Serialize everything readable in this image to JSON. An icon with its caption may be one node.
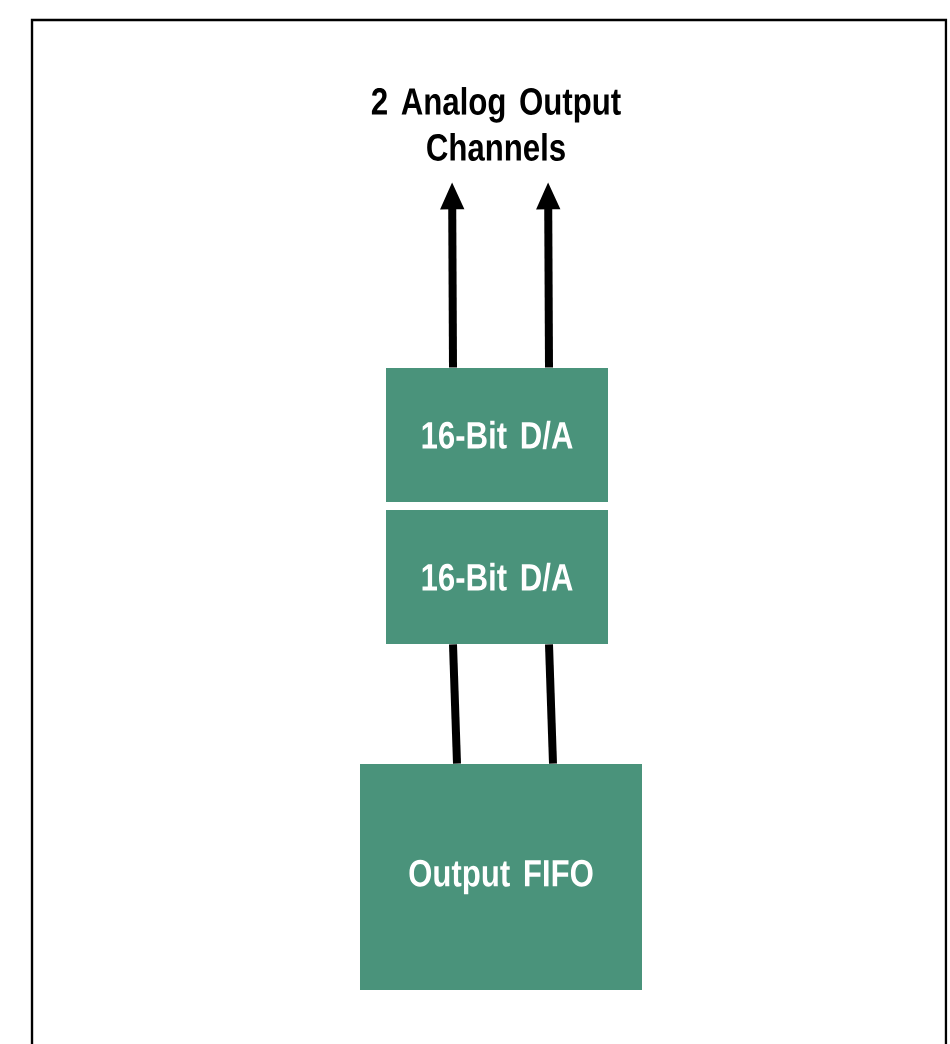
{
  "diagram": {
    "nodes": [
      {
        "text": [
          "2 Analog Output Channels"
        ]
      },
      {
        "text": [
          "16-Bit D/A"
        ]
      },
      {
        "text": [
          "16-Bit D/A"
        ]
      },
      {
        "text": [
          "Output FIFO"
        ]
      }
    ],
    "edges": [
      {
        "from": 1,
        "to": 0,
        "arrow": "to"
      },
      {
        "from": 1,
        "to": 0,
        "arrow": "to"
      },
      {
        "from": 3,
        "to": 2,
        "arrow": "none"
      },
      {
        "from": 3,
        "to": 2,
        "arrow": "none"
      }
    ]
  }
}
